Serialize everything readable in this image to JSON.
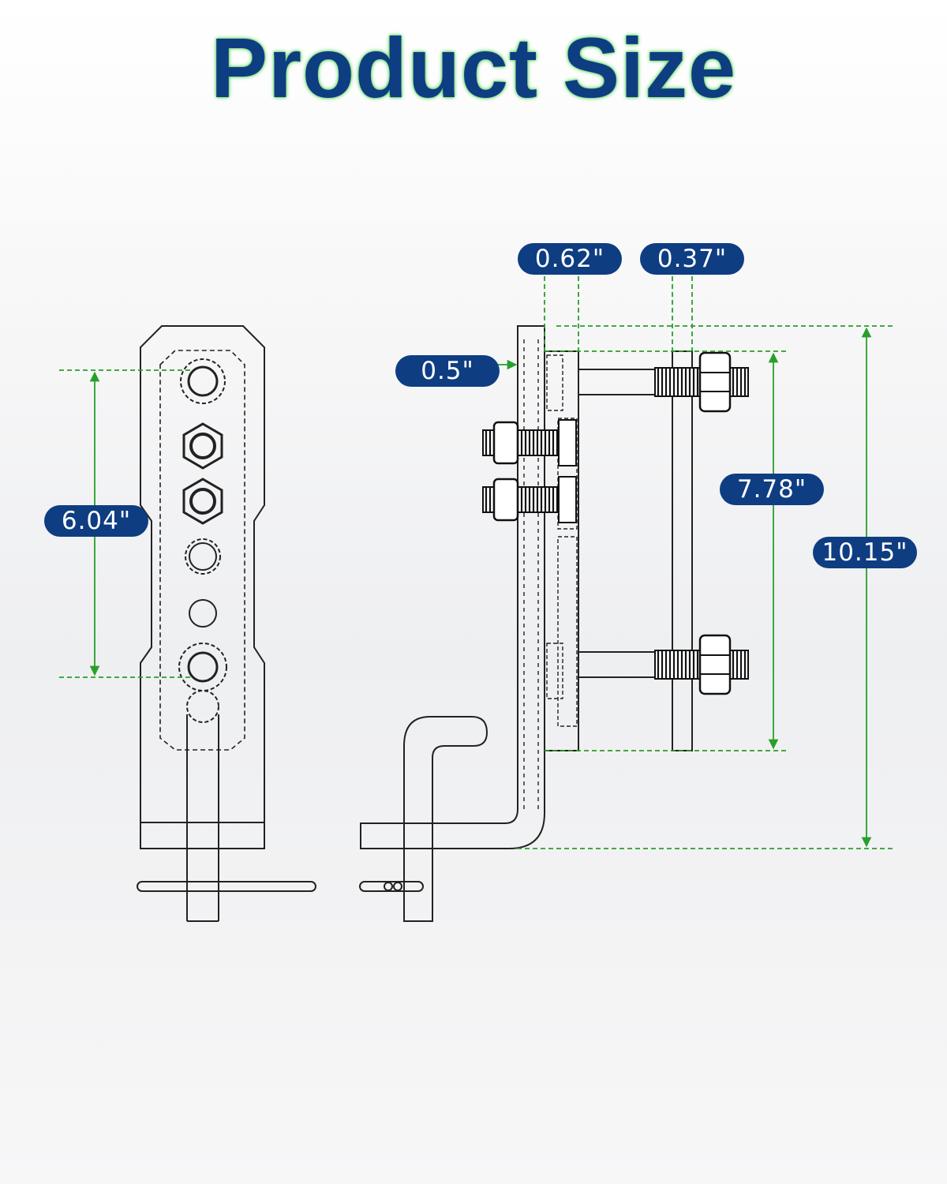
{
  "title": "Product Size",
  "colors": {
    "title": "#0e3d82",
    "title_glow": "#66d46a",
    "label_bg": "#0e3d82",
    "label_text": "#ffffff",
    "dimension_line": "#27a02a",
    "drawing_line": "#222222"
  },
  "dimensions": {
    "front_hole_spacing": "6.04\"",
    "side_plate_thickness": "0.5\"",
    "spacer_width": "0.62\"",
    "clamp_bar_width": "0.37\"",
    "clamp_height": "7.78\"",
    "overall_height": "10.15\""
  }
}
